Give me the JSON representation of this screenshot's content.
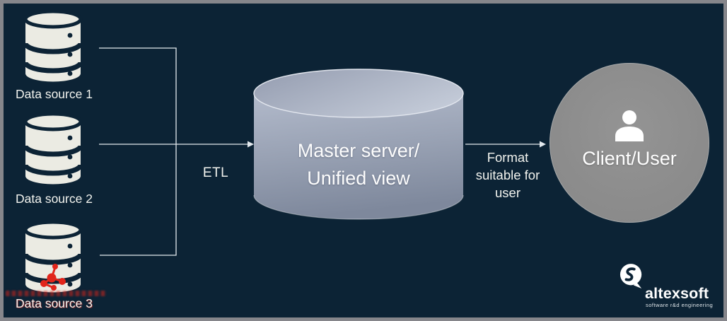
{
  "colors": {
    "background": "#0c2335",
    "frame_border": "#86868b",
    "connector_line": "#e3e9ee",
    "database_icon_fill": "#ebebe3",
    "cylinder_gradient_light": "#bcc3d2",
    "cylinder_gradient_dark": "#7e889c",
    "client_circle_gray": "#8c8c8c",
    "watermark_red": "#e1251b",
    "text_white": "#f2f3ee"
  },
  "sources": [
    {
      "label": "Data source 1"
    },
    {
      "label": "Data source 2"
    },
    {
      "label": "Data source 3"
    }
  ],
  "etl": {
    "label": "ETL"
  },
  "master": {
    "line1": "Master server/",
    "line2": "Unified view"
  },
  "format": {
    "lines": [
      "Format",
      "suitable for",
      "user"
    ]
  },
  "client": {
    "label": "Client/User"
  },
  "logo": {
    "brand": "altexsoft",
    "tagline": "software r&d engineering"
  }
}
